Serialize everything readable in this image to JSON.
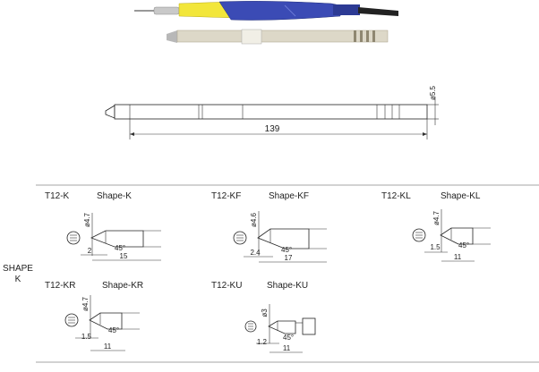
{
  "main_drawing": {
    "length": "139",
    "diameter": "ø5.5"
  },
  "side_label": {
    "line1": "SHAPE",
    "line2": "K"
  },
  "tips": [
    {
      "model": "T12-K",
      "shape": "Shape-K",
      "diameter": "ø4.7",
      "offset": "2",
      "length": "15",
      "angle": "45°"
    },
    {
      "model": "T12-KF",
      "shape": "Shape-KF",
      "diameter": "ø4.6",
      "offset": "2.4",
      "length": "17",
      "angle": "45°"
    },
    {
      "model": "T12-KL",
      "shape": "Shape-KL",
      "diameter": "ø4.7",
      "offset": "1.5",
      "length": "11",
      "angle": "45°"
    },
    {
      "model": "T12-KR",
      "shape": "Shape-KR",
      "diameter": "ø4.7",
      "offset": "1.5",
      "length": "11",
      "angle": "45°"
    },
    {
      "model": "T12-KU",
      "shape": "Shape-KU",
      "diameter": "ø3",
      "offset": "1.2",
      "length": "11",
      "angle": "45°"
    }
  ]
}
